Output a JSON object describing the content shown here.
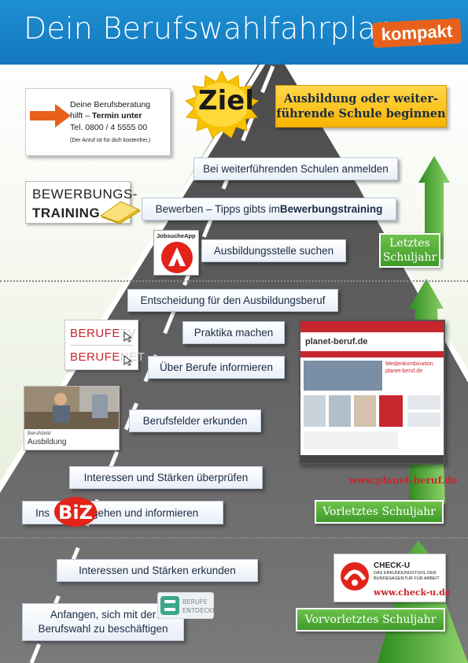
{
  "header": {
    "title": "Dein Berufswahlfahrplan",
    "badge": "kompakt"
  },
  "goal": {
    "ziel": "Ziel",
    "line1": "Ausbildung oder weiter-",
    "line2": "führende Schule beginnen"
  },
  "hotline": {
    "line1": "Deine Berufsberatung",
    "line2_pre": "hilft – ",
    "line2_bold": "Termin unter",
    "line3": "Tel. 0800 / 4 5555 00",
    "line4": "(Der Anruf ist für dich kostenfrei.)"
  },
  "bewerbungstraining_logo": {
    "line1": "BEWERBUNGS-",
    "line2": "TRAINING"
  },
  "jobsuche_app": {
    "label": "JobsucheApp"
  },
  "berufe_logo": {
    "line1": "BERUFE",
    "line2": "BERUFE",
    "suffix1": "TV",
    "suffix2": "NET"
  },
  "photo": {
    "caption1": "Berufsfeld",
    "caption2": "Ausbildung"
  },
  "steps": [
    {
      "text": "Bei weiterführenden Schulen anmelden"
    },
    {
      "pre": "Bewerben – Tipps gibts im ",
      "bold": "Bewerbungstraining"
    },
    {
      "text": "Ausbildungsstelle suchen"
    },
    {
      "text": "Entscheidung für den Ausbildungsberuf"
    },
    {
      "text": "Praktika machen"
    },
    {
      "text": "Über Berufe informieren"
    },
    {
      "text": "Berufsfelder erkunden"
    },
    {
      "text": "Interessen und Stärken überprüfen"
    },
    {
      "pre": "Ins",
      "logo": "BiZ",
      "post": "gehen und informieren"
    },
    {
      "text": "Interessen und Stärken erkunden"
    },
    {
      "line1": "Anfangen, sich mit der",
      "line2": "Berufswahl zu beschäftigen"
    }
  ],
  "years": {
    "last_line1": "Letztes",
    "last_line2": "Schuljahr",
    "second_last": "Vorletztes Schuljahr",
    "third_last": "Vorvorletztes Schuljahr"
  },
  "planet": {
    "url": "www.planet-beruf.de",
    "site_logo": "planet-beruf.de",
    "teaser_line1": "Medienkombination",
    "teaser_line2": "planet-beruf.de"
  },
  "checku": {
    "title": "CHECK-U",
    "sub1": "DAS ERKUNDUNGSTOOL DER",
    "sub2": "BUNDESAGENTUR FÜR ARBEIT",
    "url": "www.check-u.de"
  },
  "berufe_entdecker": {
    "line1": "BERUFE",
    "line2": "ENTDECKER"
  },
  "colors": {
    "header_blue": "#1a86cc",
    "kompakt_orange": "#e8611a",
    "goal_yellow": "#f8c200",
    "year_green": "#4aa832",
    "brand_red": "#c8262f"
  }
}
